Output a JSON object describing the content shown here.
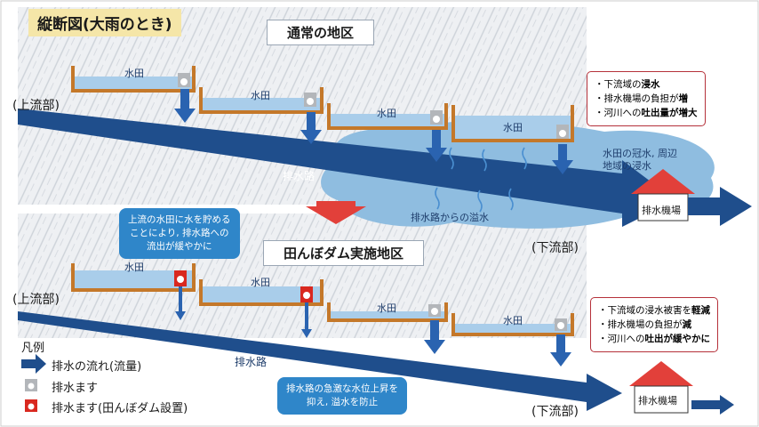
{
  "header_title": "縦断図(大雨のとき)",
  "top": {
    "section_title": "通常の地区",
    "upstream_label": "(上流部)",
    "downstream_label": "(下流部)",
    "paddy_label": "水田",
    "channel_label": "排水路",
    "overflow_label": "排水路からの溢水",
    "flood_label_1": "水田の冠水, 周辺",
    "flood_label_2": "地域の浸水",
    "pump_label": "排水機場",
    "effects": [
      {
        "plain": "・下流域の",
        "bold": "浸水"
      },
      {
        "plain": "・排水機場の負担が",
        "bold": "増"
      },
      {
        "plain": "・河川への",
        "bold": "吐出量が増大"
      }
    ]
  },
  "bottom": {
    "section_title": "田んぼダム実施地区",
    "upstream_label": "(上流部)",
    "downstream_label": "(下流部)",
    "paddy_label": "水田",
    "channel_label": "排水路",
    "pump_label": "排水機場",
    "bubble_upper": [
      "上流の水田に水を貯める",
      "ことにより, 排水路への",
      "流出が緩やかに"
    ],
    "bubble_lower": [
      "排水路の急激な水位上昇を",
      "抑え, 溢水を防止"
    ],
    "effects": [
      {
        "plain": "・下流域の浸水被害を",
        "bold": "軽減"
      },
      {
        "plain": "・排水機場の負担が",
        "bold": "減"
      },
      {
        "plain": "・河川への",
        "bold": "吐出が緩やかに"
      }
    ]
  },
  "legend": {
    "title": "凡例",
    "flow": "排水の流れ(流量)",
    "box": "排水ます",
    "dam_box": "排水ます(田んぼダム設置)"
  },
  "colors": {
    "channel": "#1f4e8c",
    "paddy_water": "#a9cdea",
    "embankment": "#c4782a",
    "flood": "#8fbde0",
    "pump_roof": "#e2403a",
    "dam_box": "#d9281f",
    "callout": "#2f86c9"
  }
}
